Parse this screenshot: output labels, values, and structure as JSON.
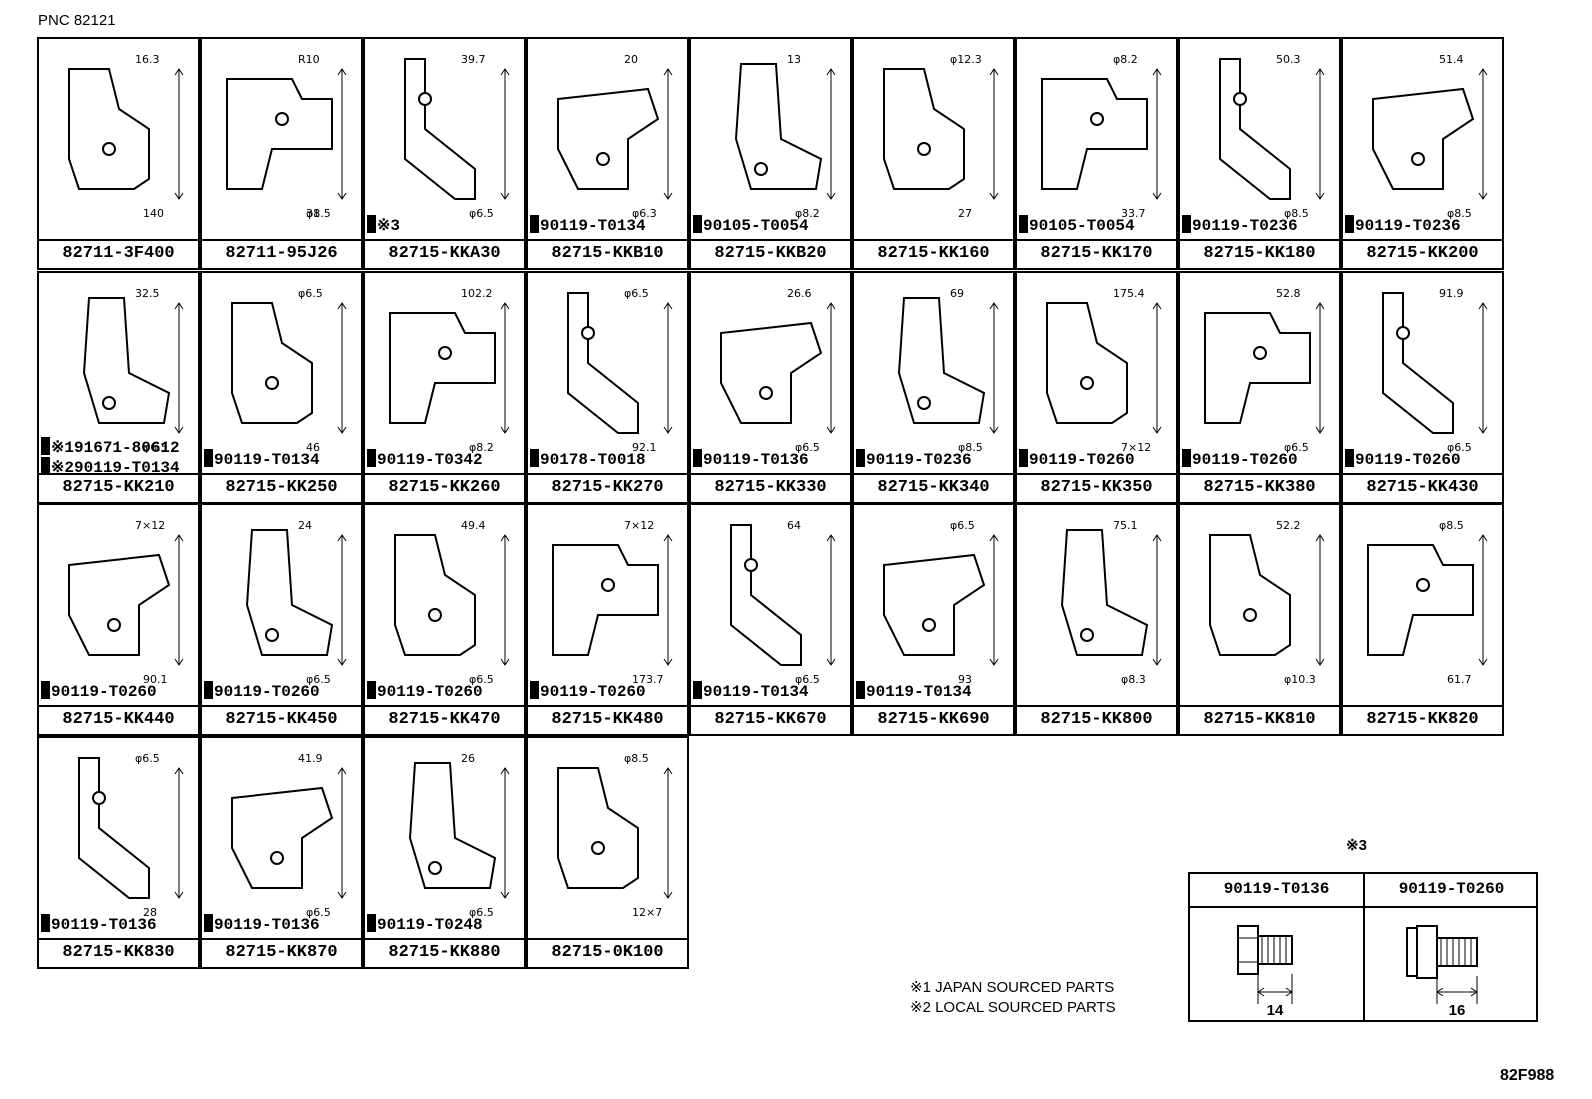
{
  "pnc": "PNC 82121",
  "diagram_code": "82F988",
  "rows": [
    [
      {
        "part": "82711-3F400",
        "bolt": "",
        "dims": [
          "16.3",
          "140"
        ]
      },
      {
        "part": "82711-95J26",
        "bolt": "",
        "dims": [
          "R10",
          "φ8.5",
          "31"
        ]
      },
      {
        "part": "82715-KKA30",
        "bolt": "※3",
        "dims": [
          "39.7",
          "φ6.5"
        ]
      },
      {
        "part": "82715-KKB10",
        "bolt": "90119-T0134",
        "dims": [
          "20",
          "φ6.3"
        ]
      },
      {
        "part": "82715-KKB20",
        "bolt": "90105-T0054",
        "dims": [
          "13",
          "φ8.2"
        ]
      },
      {
        "part": "82715-KK160",
        "bolt": "",
        "dims": [
          "φ12.3",
          "27"
        ]
      },
      {
        "part": "82715-KK170",
        "bolt": "90105-T0054",
        "dims": [
          "φ8.2",
          "33.7"
        ]
      },
      {
        "part": "82715-KK180",
        "bolt": "90119-T0236",
        "dims": [
          "50.3",
          "φ8.5"
        ]
      },
      {
        "part": "82715-KK200",
        "bolt": "90119-T0236",
        "dims": [
          "51.4",
          "φ8.5"
        ]
      }
    ],
    [
      {
        "part": "82715-KK210",
        "bolt": "※191671-80612",
        "bolt2": "※290119-T0134",
        "dims": [
          "32.5",
          "φ6.5"
        ]
      },
      {
        "part": "82715-KK250",
        "bolt": "90119-T0134",
        "dims": [
          "φ6.5",
          "46"
        ]
      },
      {
        "part": "82715-KK260",
        "bolt": "90119-T0342",
        "dims": [
          "102.2",
          "φ8.2"
        ]
      },
      {
        "part": "82715-KK270",
        "bolt": "90178-T0018",
        "dims": [
          "φ6.5",
          "92.1"
        ]
      },
      {
        "part": "82715-KK330",
        "bolt": "90119-T0136",
        "dims": [
          "26.6",
          "φ6.5"
        ]
      },
      {
        "part": "82715-KK340",
        "bolt": "90119-T0236",
        "dims": [
          "69",
          "φ8.5"
        ]
      },
      {
        "part": "82715-KK350",
        "bolt": "90119-T0260",
        "dims": [
          "175.4",
          "7×12"
        ]
      },
      {
        "part": "82715-KK380",
        "bolt": "90119-T0260",
        "dims": [
          "52.8",
          "φ6.5"
        ]
      },
      {
        "part": "82715-KK430",
        "bolt": "90119-T0260",
        "dims": [
          "91.9",
          "φ6.5"
        ]
      }
    ],
    [
      {
        "part": "82715-KK440",
        "bolt": "90119-T0260",
        "dims": [
          "7×12",
          "90.1"
        ]
      },
      {
        "part": "82715-KK450",
        "bolt": "90119-T0260",
        "dims": [
          "24",
          "φ6.5"
        ]
      },
      {
        "part": "82715-KK470",
        "bolt": "90119-T0260",
        "dims": [
          "49.4",
          "φ6.5"
        ]
      },
      {
        "part": "82715-KK480",
        "bolt": "90119-T0260",
        "dims": [
          "7×12",
          "173.7"
        ]
      },
      {
        "part": "82715-KK670",
        "bolt": "90119-T0134",
        "dims": [
          "64",
          "φ6.5"
        ]
      },
      {
        "part": "82715-KK690",
        "bolt": "90119-T0134",
        "dims": [
          "φ6.5",
          "93"
        ]
      },
      {
        "part": "82715-KK800",
        "bolt": "",
        "dims": [
          "75.1",
          "φ8.3"
        ]
      },
      {
        "part": "82715-KK810",
        "bolt": "",
        "dims": [
          "52.2",
          "φ10.3"
        ]
      },
      {
        "part": "82715-KK820",
        "bolt": "",
        "dims": [
          "φ8.5",
          "61.7"
        ]
      }
    ],
    [
      {
        "part": "82715-KK830",
        "bolt": "90119-T0136",
        "dims": [
          "φ6.5",
          "28"
        ]
      },
      {
        "part": "82715-KK870",
        "bolt": "90119-T0136",
        "dims": [
          "41.9",
          "φ6.5"
        ]
      },
      {
        "part": "82715-KK880",
        "bolt": "90119-T0248",
        "dims": [
          "26",
          "φ6.5"
        ]
      },
      {
        "part": "82715-0K100",
        "bolt": "",
        "dims": [
          "φ8.5",
          "12×7"
        ]
      }
    ]
  ],
  "reference": {
    "marker": "※3",
    "bolts": [
      {
        "part": "90119-T0136",
        "length": "14"
      },
      {
        "part": "90119-T0260",
        "length": "16"
      }
    ]
  },
  "notes": [
    "※1 JAPAN SOURCED PARTS",
    "※2 LOCAL SOURCED PARTS"
  ]
}
